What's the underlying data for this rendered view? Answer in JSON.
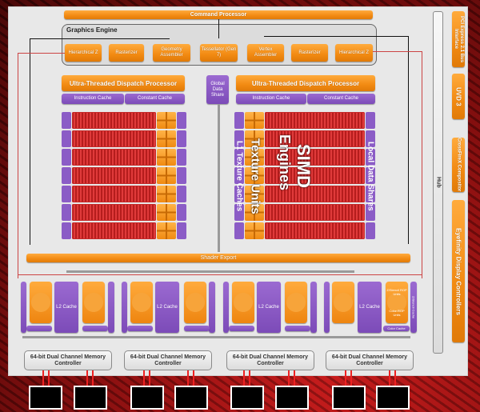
{
  "diagram": {
    "command_processor": "Command Processor",
    "graphics_engine": {
      "title": "Graphics Engine",
      "blocks": [
        "Hierarchical Z",
        "Rasterizer",
        "Geometry Assembler",
        "Tessellator (Gen 7)",
        "Vertex Assembler",
        "Rasterizer",
        "Hierarchical Z"
      ]
    },
    "dispatch_left": {
      "title": "Ultra-Threaded Dispatch Processor",
      "instruction_cache": "Instruction Cache",
      "constant_cache": "Constant Cache"
    },
    "dispatch_right": {
      "title": "Ultra-Threaded Dispatch Processor",
      "instruction_cache": "Instruction Cache",
      "constant_cache": "Constant Cache"
    },
    "global_data_share": "Global Data Share",
    "simd_labels": {
      "l1_texture_caches": "L1 Texture Caches",
      "texture_units": "Texture Units",
      "simd_engines_line1": "SIMD",
      "simd_engines_line2": "Engines",
      "local_data_shares": "Local Data Shares"
    },
    "simd_rows_per_side": 7,
    "shader_export": "Shader Export",
    "l2_cache": "L2 Cache",
    "rop_labels": {
      "zstencil": "Z/Stencil ROP Units",
      "color": "Color ROP Units",
      "color_cache": "Color Cache",
      "zstencil_cache": "Z/Stencil Cache"
    },
    "memory_controllers": [
      "64-bit Dual Channel Memory Controller",
      "64-bit Dual Channel Memory Controller",
      "64-bit Dual Channel Memory Controller",
      "64-bit Dual Channel Memory Controller"
    ],
    "hub": "Hub",
    "side_blocks": [
      "PCI Express 2.1 Bus Interface",
      "UVD 3",
      "CrossFireX Compositor",
      "Eyefinity Display Controllers"
    ]
  },
  "colors": {
    "orange": "#f28a12",
    "purple": "#7c4bb8",
    "red": "#c42929",
    "panel": "#e8e8e8"
  }
}
